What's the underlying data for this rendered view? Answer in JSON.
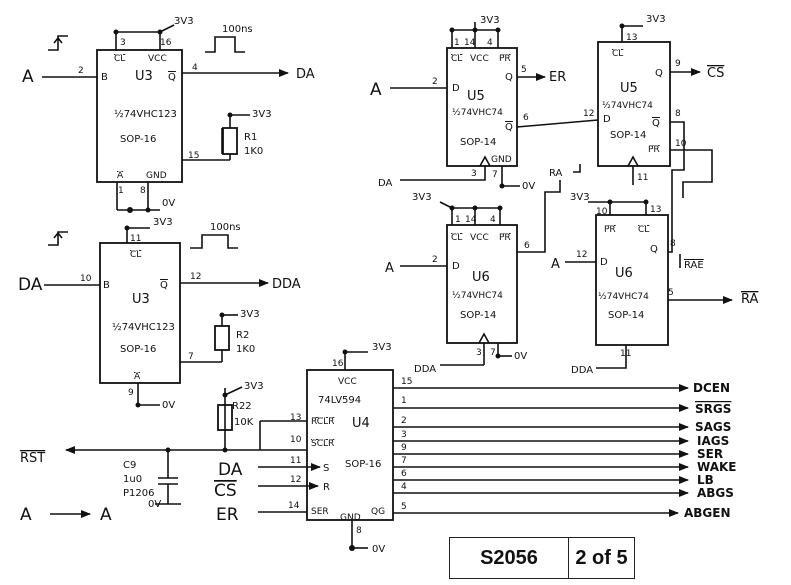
{
  "u3a": {
    "ref": "U3",
    "part": "½74VHC123",
    "pkg": "SOP-16",
    "pins": {
      "b": "B",
      "b_num": "2",
      "q": "Q",
      "q_num": "4",
      "cl": "CL",
      "cl_num": "3",
      "vcc": "VCC",
      "vcc_num": "16",
      "a": "A",
      "a_num": "1",
      "gnd": "GND",
      "gnd_num": "8",
      "rc_num": "15"
    },
    "power": "3V3",
    "pulse": "100ns",
    "in_net": "A",
    "out_net": "DA",
    "gnd_net": "0V",
    "res": {
      "name": "R1",
      "value": "1K0",
      "power": "3V3"
    }
  },
  "u3b": {
    "ref": "U3",
    "part": "½74VHC123",
    "pkg": "SOP-16",
    "pins": {
      "b": "B",
      "b_num": "10",
      "q": "Q",
      "q_num": "12",
      "cl": "CL",
      "cl_num": "11",
      "a": "A",
      "a_num": "9",
      "rc_num": "7"
    },
    "power": "3V3",
    "pulse": "100ns",
    "in_net": "DA",
    "out_net": "DDA",
    "gnd_net": "0V",
    "res": {
      "name": "R2",
      "value": "1K0",
      "power": "3V3"
    }
  },
  "u5a": {
    "ref": "U5",
    "part": "½74VHC74",
    "pkg": "SOP-14",
    "pins": {
      "cl": "CL",
      "cl_num": "1",
      "vcc": "VCC",
      "vcc_num": "14",
      "pr": "PR",
      "pr_num": "4",
      "d": "D",
      "d_num": "2",
      "q": "Q",
      "q_num": "5",
      "qb": "Q",
      "qb_num": "6",
      "gnd": "GND",
      "gnd_num": "7",
      "clk_num": "3"
    },
    "power": "3V3",
    "d_net": "A",
    "clk_net": "DA",
    "out_net": "ER",
    "gnd_net": "0V"
  },
  "u5b": {
    "ref": "U5",
    "part": "½74VHC74",
    "pkg": "SOP-14",
    "pins": {
      "cl": "CL",
      "cl_num": "13",
      "d": "D",
      "d_num": "12",
      "q": "Q",
      "q_num": "9",
      "qb": "Q",
      "qb_num": "8",
      "pr": "PR",
      "pr_num": "10",
      "clk_num": "11"
    },
    "power": "3V3",
    "out_net": "CS",
    "ra_net": "RA"
  },
  "u6a": {
    "ref": "U6",
    "part": "½74VHC74",
    "pkg": "SOP-14",
    "pins": {
      "cl": "CL",
      "cl_num": "1",
      "vcc": "VCC",
      "vcc_num": "14",
      "pr": "PR",
      "pr_num": "4",
      "d": "D",
      "d_num": "2",
      "q_num": "6",
      "gnd": "GND",
      "gnd_num": "7",
      "clk_num": "3"
    },
    "power": "3V3",
    "d_net": "A",
    "clk_net": "DDA",
    "gnd_net": "0V"
  },
  "u6b": {
    "ref": "U6",
    "part": "½74VHC74",
    "pkg": "SOP-14",
    "pins": {
      "pr": "PR",
      "pr_num": "10",
      "cl": "CL",
      "cl_num": "13",
      "d": "D",
      "d_num": "12",
      "q": "Q",
      "q_num": "8",
      "qb_num": "5",
      "clk_num": "11"
    },
    "power": "3V3",
    "d_net": "A",
    "clk_net": "DDA",
    "rae_net": "RAE",
    "out_net": "RA"
  },
  "u4": {
    "ref": "U4",
    "part": "74LV594",
    "pkg": "SOP-16",
    "pins": {
      "vcc": "VCC",
      "vcc_num": "16",
      "rclr": "RCLR",
      "rclr_num": "13",
      "sclr": "SCLR",
      "sclr_num": "10",
      "s": "S",
      "s_num": "11",
      "r": "R",
      "r_num": "12",
      "ser": "SER",
      "ser_num": "14",
      "gnd": "GND",
      "gnd_num": "8",
      "qg": "QG"
    },
    "power": "3V3",
    "gnd_net": "0V",
    "in_da": "DA",
    "in_cs": "CS",
    "in_er": "ER",
    "res": {
      "name": "R22",
      "value": "10K",
      "power": "3V3"
    },
    "cap": {
      "name": "C9",
      "value": "1u0",
      "pkg": "P1206",
      "gnd": "0V"
    },
    "rst_net": "RST"
  },
  "outputs": [
    {
      "pin": "15",
      "net": "DCEN"
    },
    {
      "pin": "1",
      "net": "SRGS"
    },
    {
      "pin": "2",
      "net": "SAGS"
    },
    {
      "pin": "3",
      "net": "IAGS"
    },
    {
      "pin": "9",
      "net": "SER"
    },
    {
      "pin": "7",
      "net": "WAKE"
    },
    {
      "pin": "6",
      "net": "LB"
    },
    {
      "pin": "4",
      "net": "ABGS"
    },
    {
      "pin": "5",
      "net": "ABGEN"
    }
  ],
  "misc": {
    "a_alias_in": "A",
    "a_alias_out": "A"
  },
  "title_block": {
    "doc": "S2056",
    "page": "2 of 5"
  }
}
